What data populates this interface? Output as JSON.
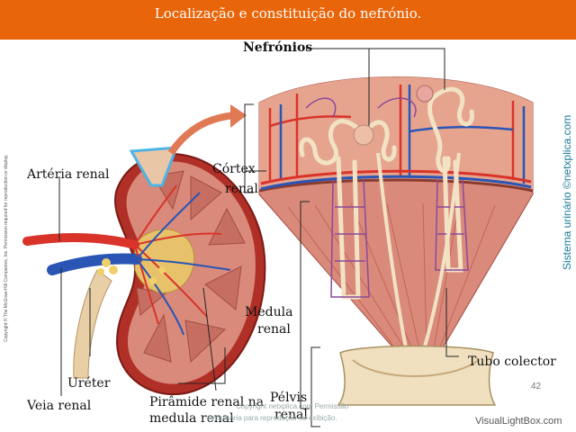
{
  "title": "Localização e constituição do nefrónio.",
  "labels": {
    "nefronios": "Nefrónios",
    "arteria_renal": "Artéria renal",
    "cortex": "Córtex",
    "cortex_renal": "renal",
    "medula": "Medula",
    "medula_renal": "renal",
    "tubo_colector": "Tubo colector",
    "ureter": "Uréter",
    "veia_renal": "Veia renal",
    "piramide_1": "Pirâmide renal na",
    "piramide_2": "medula renal",
    "pelvis": "Pélvis",
    "pelvis_renal": "renal"
  },
  "side_text": "Sistema urinário ©netxplica.com",
  "copyright": "Copyright © The McGraw-Hill Companies, Inc. Permission required for reproduction or display.",
  "watermark_1": "Copyright netxplica.com Permissão",
  "watermark_2": "necessária para reprodução ou exibição.",
  "slide_number": "42",
  "site": "VisualLightBox.com",
  "colors": {
    "title_bar": "#e8650a",
    "artery": "#d9332a",
    "vein": "#2a55b5",
    "tissue": "#d98a7a",
    "cortex": "#e6a48f",
    "nephron": "#f2e2c4",
    "accent_text": "#1a7a9a"
  }
}
